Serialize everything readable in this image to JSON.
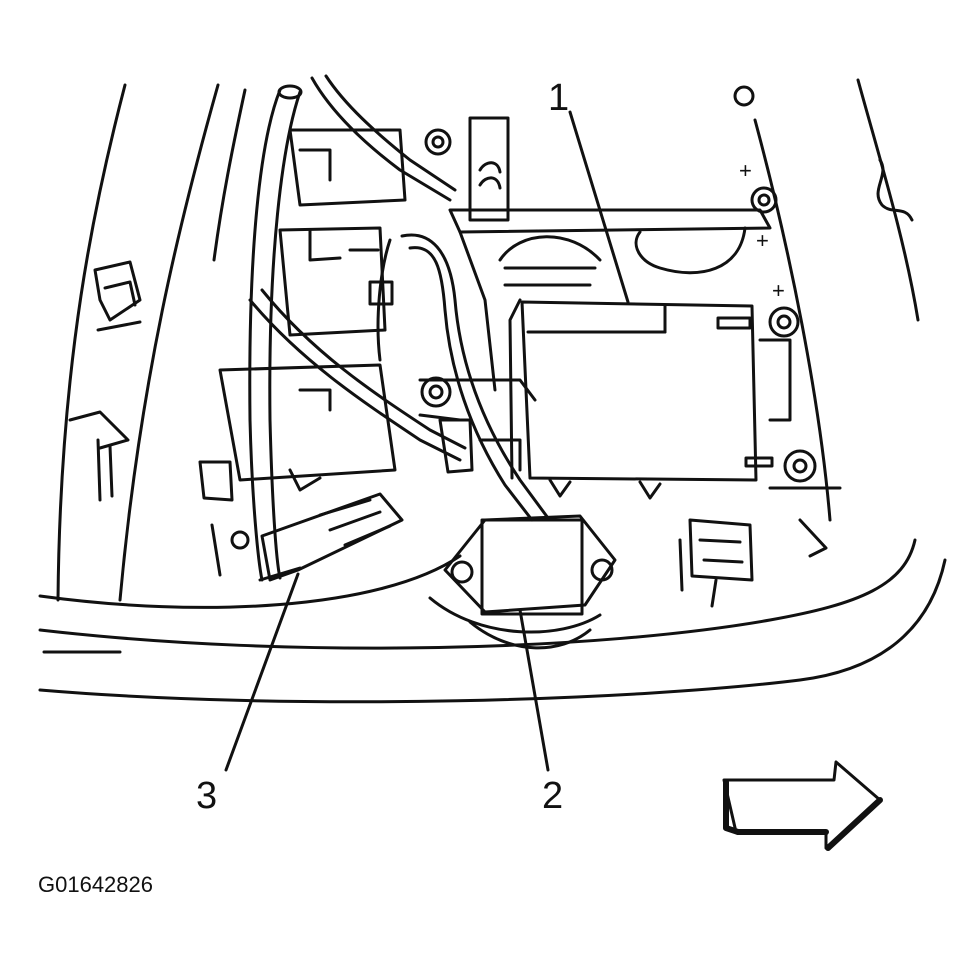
{
  "diagram": {
    "callouts": [
      {
        "id": "1",
        "label": "1"
      },
      {
        "id": "2",
        "label": "2"
      },
      {
        "id": "3",
        "label": "3"
      }
    ],
    "polarity_marks": [
      "+",
      "+",
      "+"
    ],
    "figure_id": "G01642826",
    "direction_arrow": "right-arrow-icon",
    "colors": {
      "line": "#111111",
      "background": "#ffffff"
    }
  }
}
